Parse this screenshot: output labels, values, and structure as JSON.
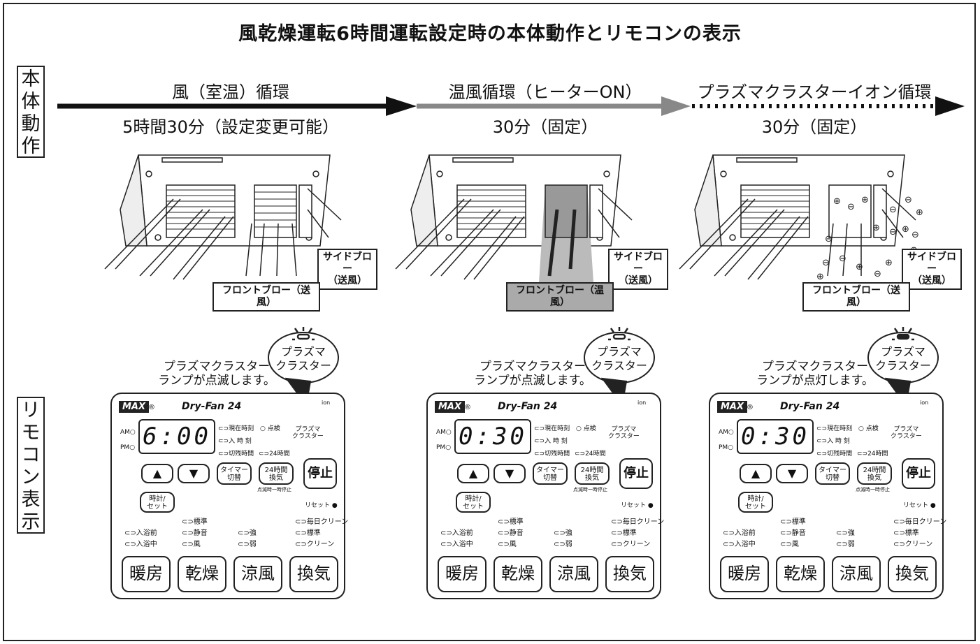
{
  "title": "風乾燥運転6時間運転設定時の本体動作とリモコンの表示",
  "side_labels": {
    "body": [
      "本",
      "体",
      "動",
      "作"
    ],
    "remote": [
      "リ",
      "モ",
      "コ",
      "ン",
      "表",
      "示"
    ]
  },
  "stages": [
    {
      "name": "風（室温）循環",
      "duration": "5時間30分（設定変更可能）"
    },
    {
      "name": "温風循環（ヒーターON）",
      "duration": "30分（固定）"
    },
    {
      "name": "プラズマクラスターイオン循環",
      "duration": "30分（固定）"
    }
  ],
  "unit_labels": {
    "side_blow": [
      "サイドブロー",
      "（送風）"
    ],
    "front_blow_air": "フロントブロー（送風）",
    "front_blow_warm": "フロントブロー（温風）"
  },
  "remote_notes": [
    [
      "プラズマクラスター",
      "ランプが点滅します。"
    ],
    [
      "プラズマクラスター",
      "ランプが点滅します。"
    ],
    [
      "プラズマクラスター",
      "ランプが点灯します。"
    ]
  ],
  "bubble_text": [
    "プラズマ",
    "クラスター"
  ],
  "remote": {
    "logo": "MAX",
    "reg": "®",
    "model": "Dry-Fan 24",
    "am": "AM○",
    "pm": "PM○",
    "displays": [
      "6:00",
      "0:30",
      "0:30"
    ],
    "indicators": {
      "now_time": "⊂⊃現在時刻",
      "check": "○ 点検",
      "on_time": "⊂⊃入 時 刻",
      "off_remaining": "⊂⊃切残時間",
      "h24": "⊂⊃24時間",
      "plasma": [
        "プラズマ",
        "クラスター"
      ],
      "ion": "ion"
    },
    "buttons": {
      "up": "▲",
      "down": "▼",
      "timer": [
        "タイマー",
        "切替"
      ],
      "h24_vent": [
        "24時間",
        "換気"
      ],
      "h24_sub": "点滅時一時停止",
      "stop": "停止",
      "clock": [
        "時計/",
        "セット"
      ],
      "reset": "リセット ●",
      "heating": "暖房",
      "drying": "乾燥",
      "cool": "涼風",
      "vent": "換気"
    },
    "modes": {
      "standard_top": "⊂⊃標準",
      "pre_bath": "⊂⊃入浴前",
      "in_bath": "⊂⊃入浴中",
      "quiet": "⊂⊃静音",
      "wind": "⊂⊃風",
      "strong": "⊂⊃強",
      "weak": "⊂⊃弱",
      "daily_clean": "⊂⊃毎日クリーン",
      "standard": "⊂⊃標準",
      "clean": "⊂⊃クリーン"
    }
  }
}
